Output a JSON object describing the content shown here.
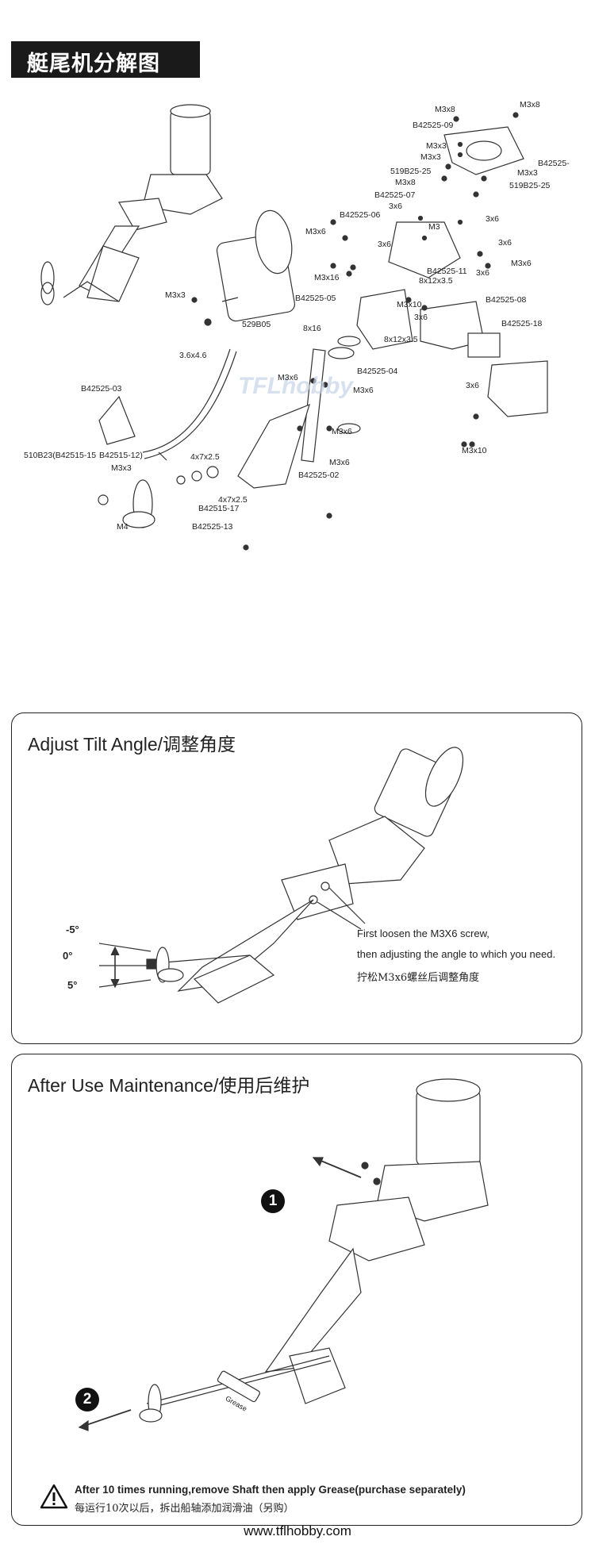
{
  "header": {
    "title": "艇尾机分解图"
  },
  "exploded_view": {
    "labels": [
      {
        "id": "m3x8-a",
        "text": "M3x8"
      },
      {
        "id": "m3x8-b",
        "text": "M3x8"
      },
      {
        "id": "b09",
        "text": "B42525-09"
      },
      {
        "id": "m3x3-a",
        "text": "M3x3"
      },
      {
        "id": "m3x3-b",
        "text": "M3x3"
      },
      {
        "id": "b42525-r",
        "text": "B42525-"
      },
      {
        "id": "m3x3-c",
        "text": "M3x3"
      },
      {
        "id": "519b25-a",
        "text": "519B25-25"
      },
      {
        "id": "m3x8-c",
        "text": "M3x8"
      },
      {
        "id": "519b25-b",
        "text": "519B25-25"
      },
      {
        "id": "b07",
        "text": "B42525-07"
      },
      {
        "id": "3x6-a",
        "text": "3x6"
      },
      {
        "id": "b06",
        "text": "B42525-06"
      },
      {
        "id": "3x6-b",
        "text": "3x6"
      },
      {
        "id": "m3",
        "text": "M3"
      },
      {
        "id": "m3x6-a",
        "text": "M3x6"
      },
      {
        "id": "3x6-c",
        "text": "3x6"
      },
      {
        "id": "3x6-d",
        "text": "3x6"
      },
      {
        "id": "m3x6-b",
        "text": "M3x6"
      },
      {
        "id": "b11",
        "text": "B42525-11"
      },
      {
        "id": "3x6-e",
        "text": "3x6"
      },
      {
        "id": "m3x16",
        "text": "M3x16"
      },
      {
        "id": "8x12-a",
        "text": "8x12x3.5"
      },
      {
        "id": "m3x3-d",
        "text": "M3x3"
      },
      {
        "id": "b05",
        "text": "B42525-05"
      },
      {
        "id": "m3x10-a",
        "text": "M3x10"
      },
      {
        "id": "b08",
        "text": "B42525-08"
      },
      {
        "id": "3x6-f",
        "text": "3x6"
      },
      {
        "id": "529b05",
        "text": "529B05"
      },
      {
        "id": "b18",
        "text": "B42525-18"
      },
      {
        "id": "8x16",
        "text": "8x16"
      },
      {
        "id": "8x12-b",
        "text": "8x12x3.5"
      },
      {
        "id": "3.6x4.6",
        "text": "3.6x4.6"
      },
      {
        "id": "b04",
        "text": "B42525-04"
      },
      {
        "id": "m3x6-c",
        "text": "M3x6"
      },
      {
        "id": "m3x6-d",
        "text": "M3x6"
      },
      {
        "id": "b03",
        "text": "B42525-03"
      },
      {
        "id": "3x6-g",
        "text": "3x6"
      },
      {
        "id": "m3x6-e",
        "text": "M3x6"
      },
      {
        "id": "m3x10-b",
        "text": "M3x10"
      },
      {
        "id": "510b23",
        "text": "510B23(B42515-15"
      },
      {
        "id": "b42515-12",
        "text": "B42515-12)"
      },
      {
        "id": "4x7-a",
        "text": "4x7x2.5"
      },
      {
        "id": "m3x6-f",
        "text": "M3x6"
      },
      {
        "id": "m3x3-e",
        "text": "M3x3"
      },
      {
        "id": "b02",
        "text": "B42525-02"
      },
      {
        "id": "4x7-b",
        "text": "4x7x2.5"
      },
      {
        "id": "b17",
        "text": "B42515-17"
      },
      {
        "id": "m4",
        "text": "M4"
      },
      {
        "id": "b13",
        "text": "B42525-13"
      }
    ],
    "watermark": "TFLhobby"
  },
  "tilt_panel": {
    "title_en": "Adjust Tilt Angle/",
    "title_cn": "调整角度",
    "angle_top": "-5°",
    "angle_mid": "0°",
    "angle_bottom": "5°",
    "note_line1": "First loosen the M3X6 screw,",
    "note_line2": "then adjusting the angle to which you need.",
    "note_line3": "拧松M3x6螺丝后调整角度"
  },
  "maintenance_panel": {
    "title_en": "After Use Maintenance/",
    "title_cn": "使用后维护",
    "step1": "1",
    "step2": "2",
    "grease_label": "Grease",
    "warning_en": "After 10 times running,remove Shaft then apply Grease(purchase separately)",
    "warning_cn": "每运行10次以后，拆出船轴添加润滑油（另购）"
  },
  "footer": {
    "url": "www.tflhobby.com"
  }
}
